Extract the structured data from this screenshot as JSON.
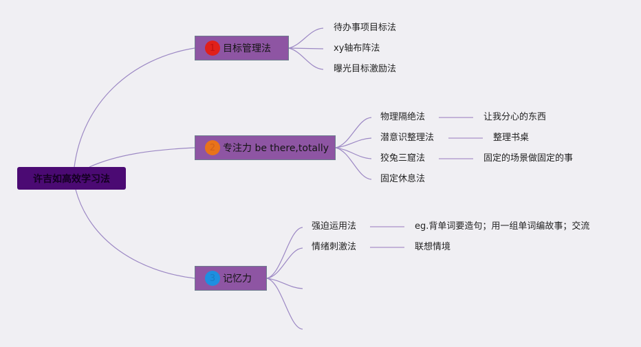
{
  "root": {
    "label": "许吉如高效学习法",
    "color": "#4b0a73"
  },
  "branches": [
    {
      "badge": "1",
      "badge_color": "#e0201a",
      "label": "目标管理法",
      "fill": "#8e55a3",
      "children": [
        {
          "label": "待办事项目标法"
        },
        {
          "label": "xy轴布阵法"
        },
        {
          "label": "曝光目标激励法"
        }
      ]
    },
    {
      "badge": "2",
      "badge_color": "#e8731a",
      "label": "专注力 be there,totally",
      "fill": "#8e55a3",
      "children": [
        {
          "label": "物理隔绝法",
          "detail": "让我分心的东西"
        },
        {
          "label": "潜意识整理法",
          "detail": "整理书桌"
        },
        {
          "label": "狡兔三窟法",
          "detail": "固定的场景做固定的事"
        },
        {
          "label": "固定休息法"
        }
      ]
    },
    {
      "badge": "3",
      "badge_color": "#1e8fe0",
      "label": "记忆力",
      "fill": "#8e55a3",
      "children": [
        {
          "label": "强迫运用法",
          "detail": "eg.背单词要造句；用一组单词编故事；交流"
        },
        {
          "label": "情绪刺激法",
          "detail": "联想情境"
        },
        {
          "label": ""
        },
        {
          "label": ""
        }
      ]
    }
  ],
  "link_color": "#9c88c4"
}
